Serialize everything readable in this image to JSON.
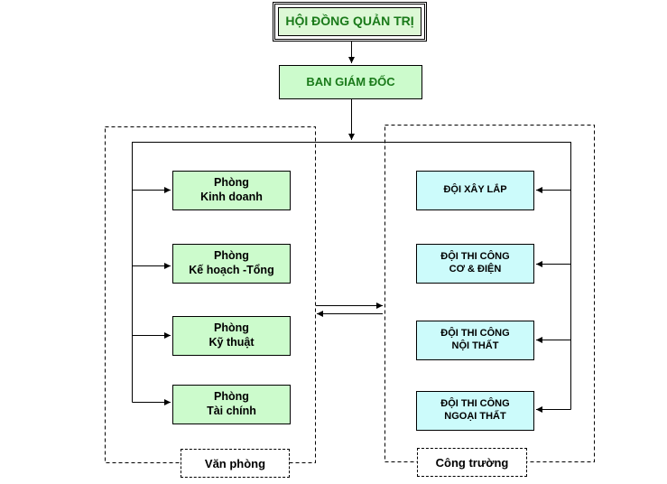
{
  "board": {
    "label": "HỘI ĐỒNG QUẢN TRỊ"
  },
  "director": {
    "label": "BAN GIÁM ĐỐC"
  },
  "office": {
    "label": "Văn phòng",
    "departments": [
      {
        "line1": "Phòng",
        "line2": "Kinh doanh"
      },
      {
        "line1": "Phòng",
        "line2": "Kế hoạch -Tổng"
      },
      {
        "line1": "Phòng",
        "line2": "Kỹ thuật"
      },
      {
        "line1": "Phòng",
        "line2": "Tài chính"
      }
    ]
  },
  "site": {
    "label": "Công trường",
    "teams": [
      {
        "line1": "ĐỘI XÂY LẮP",
        "line2": ""
      },
      {
        "line1": "ĐỘI THI CÔNG",
        "line2": "CƠ & ĐIỆN"
      },
      {
        "line1": "ĐỘI THI CÔNG",
        "line2": "NỘI THẤT"
      },
      {
        "line1": "ĐỘI THI CÔNG",
        "line2": "NGOẠI THẤT"
      }
    ]
  }
}
